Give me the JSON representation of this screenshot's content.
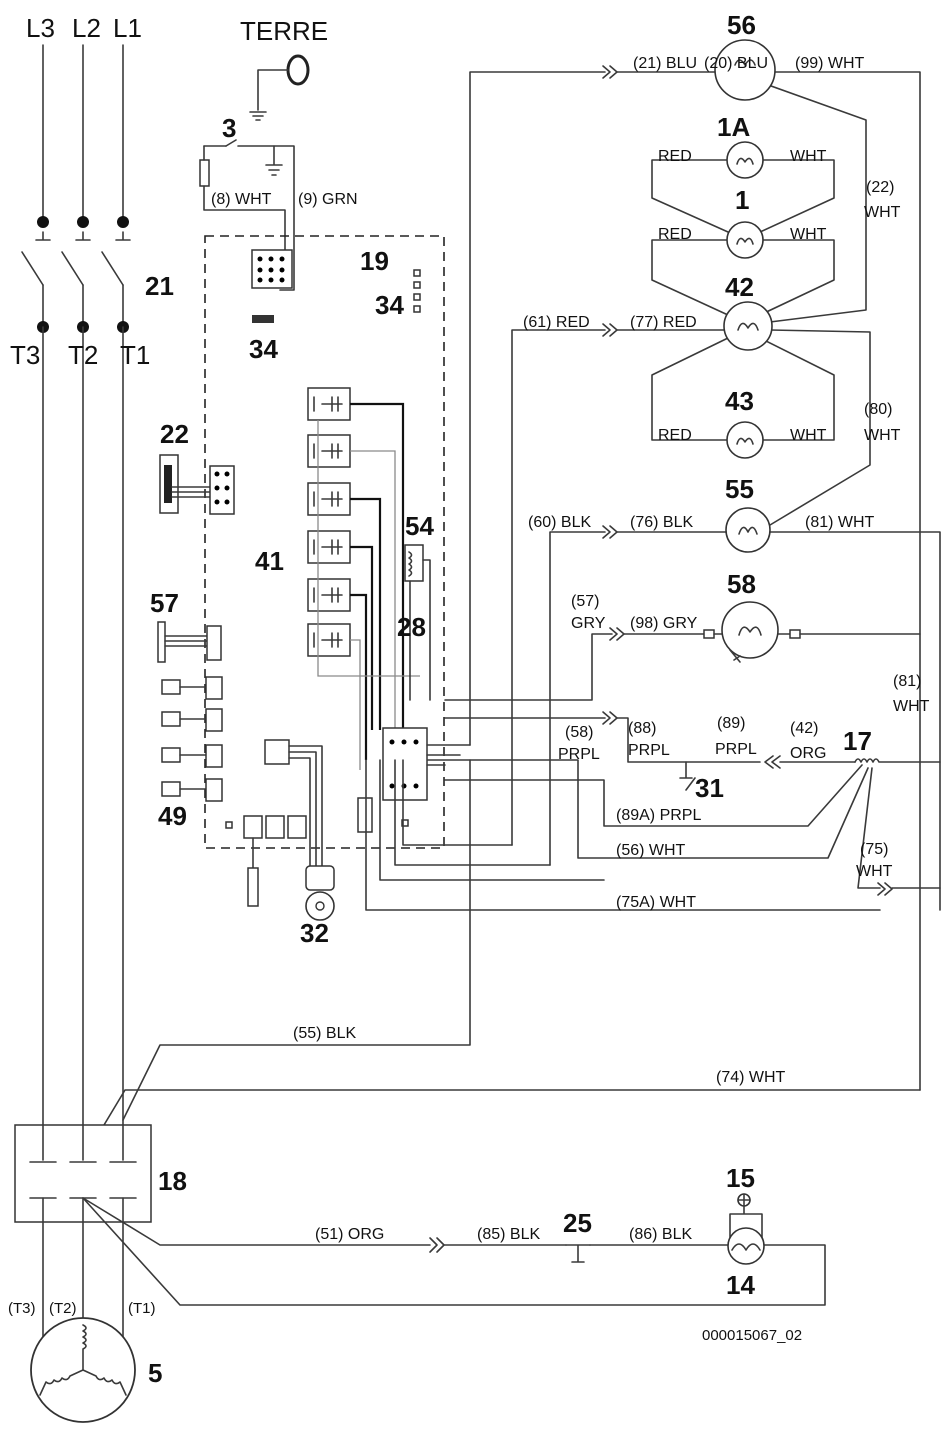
{
  "phases": {
    "l3": "L3",
    "l2": "L2",
    "l1": "L1",
    "t3": "T3",
    "t2": "T2",
    "t1": "T1"
  },
  "ground": "TERRE",
  "components": {
    "c3": "3",
    "c19": "19",
    "c34a": "34",
    "c34b": "34",
    "c21": "21",
    "c22": "22",
    "c41": "41",
    "c54": "54",
    "c28": "28",
    "c57": "57",
    "c49": "49",
    "c32": "32",
    "c56": "56",
    "c1a": "1A",
    "c1": "1",
    "c42": "42",
    "c43": "43",
    "c55": "55",
    "c58": "58",
    "c17": "17",
    "c31": "31",
    "c18": "18",
    "c25": "25",
    "c15": "15",
    "c14": "14",
    "c5": "5"
  },
  "wires": {
    "w8": "(8) WHT",
    "w9": "(9) GRN",
    "w21": "(21) BLU",
    "w20": "(20) BLU",
    "w99": "(99) WHT",
    "red1a": "RED",
    "wht1a": "WHT",
    "red1": "RED",
    "wht1": "WHT",
    "w22a": "(22)",
    "w22b": "WHT",
    "w61": "(61) RED",
    "w77": "(77) RED",
    "red43": "RED",
    "wht43": "WHT",
    "w80a": "(80)",
    "w80b": "WHT",
    "w60": "(60) BLK",
    "w76": "(76) BLK",
    "w81": "(81) WHT",
    "w57a": "(57)",
    "w57b": "GRY",
    "w98": "(98) GRY",
    "w81ba": "(81)",
    "w81bb": "WHT",
    "w58a": "(58)",
    "w58b": "PRPL",
    "w88a": "(88)",
    "w88b": "PRPL",
    "w89a": "(89)",
    "w89b": "PRPL",
    "w42a": "(42)",
    "w42b": "ORG",
    "w89A": "(89A) PRPL",
    "w56": "(56) WHT",
    "w75a": "(75)",
    "w75b": "WHT",
    "w75A": "(75A) WHT",
    "w55": "(55) BLK",
    "w74": "(74) WHT",
    "w51": "(51) ORG",
    "w85": "(85) BLK",
    "w86": "(86) BLK"
  },
  "motor_terminals": {
    "t3": "(T3)",
    "t2": "(T2)",
    "t1": "(T1)"
  },
  "drawing_id": "000015067_02"
}
